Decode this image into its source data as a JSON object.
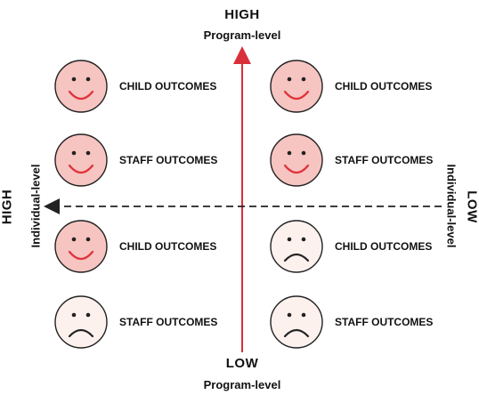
{
  "axes": {
    "top": {
      "level": "HIGH",
      "label": "Program-level"
    },
    "bottom": {
      "level": "LOW",
      "label": "Program-level"
    },
    "left": {
      "level": "HIGH",
      "label": "Individual-level"
    },
    "right": {
      "level": "LOW",
      "label": "Individual-level"
    }
  },
  "colors": {
    "happy_face_fill": "#f6c4c1",
    "happy_face_mouth": "#e0323a",
    "sad_face_fill": "#fdf1ee",
    "sad_face_mouth": "#222222",
    "vertical_arrow": "#d9303a",
    "horizontal_arrow": "#222222"
  },
  "quadrants": {
    "top_left": [
      {
        "face": "happy",
        "label": "CHILD OUTCOMES"
      },
      {
        "face": "happy",
        "label": "STAFF OUTCOMES"
      }
    ],
    "top_right": [
      {
        "face": "happy",
        "label": "CHILD OUTCOMES"
      },
      {
        "face": "happy",
        "label": "STAFF OUTCOMES"
      }
    ],
    "bottom_left": [
      {
        "face": "happy",
        "label": "CHILD OUTCOMES"
      },
      {
        "face": "sad",
        "label": "STAFF OUTCOMES"
      }
    ],
    "bottom_right": [
      {
        "face": "sad",
        "label": "CHILD OUTCOMES"
      },
      {
        "face": "sad",
        "label": "STAFF OUTCOMES"
      }
    ]
  }
}
